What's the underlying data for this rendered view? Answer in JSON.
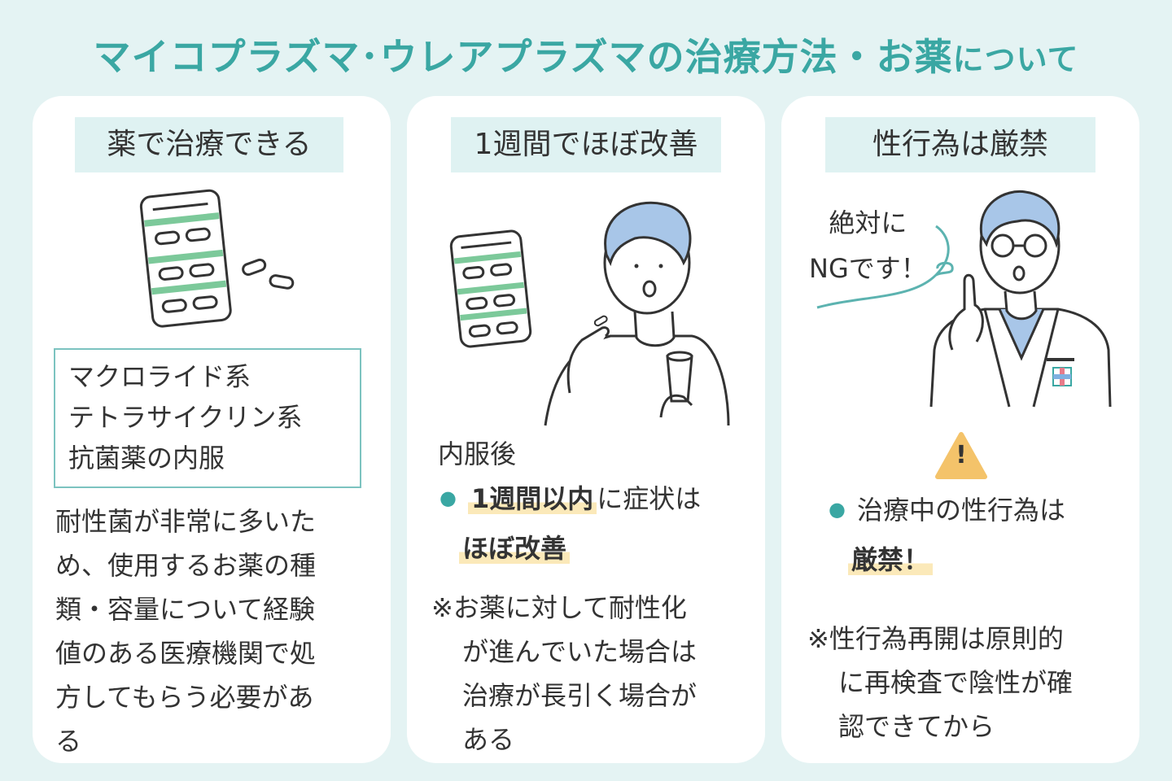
{
  "title": {
    "main": "マイコプラズマ･ウレアプラズマの治療方法・お薬",
    "suffix": "について"
  },
  "cards": [
    {
      "heading": "薬で治療できる",
      "box_lines": [
        "マクロライド系",
        "テトラサイクリン系",
        "抗菌薬の内服"
      ],
      "body_lines": [
        "耐性菌が非常に多いた",
        "め、使用するお薬の種",
        "類・容量について経験",
        "値のある医療機関で処",
        "方してもらう必要があ",
        "る"
      ]
    },
    {
      "heading": "1週間でほぼ改善",
      "intro": "内服後",
      "bullet_hl1": "1週間以内",
      "bullet_rest1": "に症状は",
      "bullet_hl2": "ほぼ改善",
      "note_lines": [
        "※お薬に対して耐性化",
        "が進んでいた場合は",
        "治療が長引く場合が",
        "ある"
      ]
    },
    {
      "heading": "性行為は厳禁",
      "speech_lines": [
        "絶対に",
        "NGです！"
      ],
      "warning_symbol": "!",
      "bullet_line1": "治療中の性行為は",
      "bullet_hl": "厳禁！",
      "note_lines": [
        "※性行為再開は原則的",
        "に再検査で陰性が確",
        "認できてから"
      ]
    }
  ],
  "colors": {
    "accent": "#3aa7a3",
    "background": "#e4f3f3",
    "heading_bg": "#dff2f2",
    "highlight": "#fbe9b9",
    "warning": "#f4c36a"
  },
  "icons": [
    "pill-pack-icon",
    "capsule-icon",
    "man-taking-medicine-icon",
    "doctor-icon",
    "warning-icon"
  ]
}
